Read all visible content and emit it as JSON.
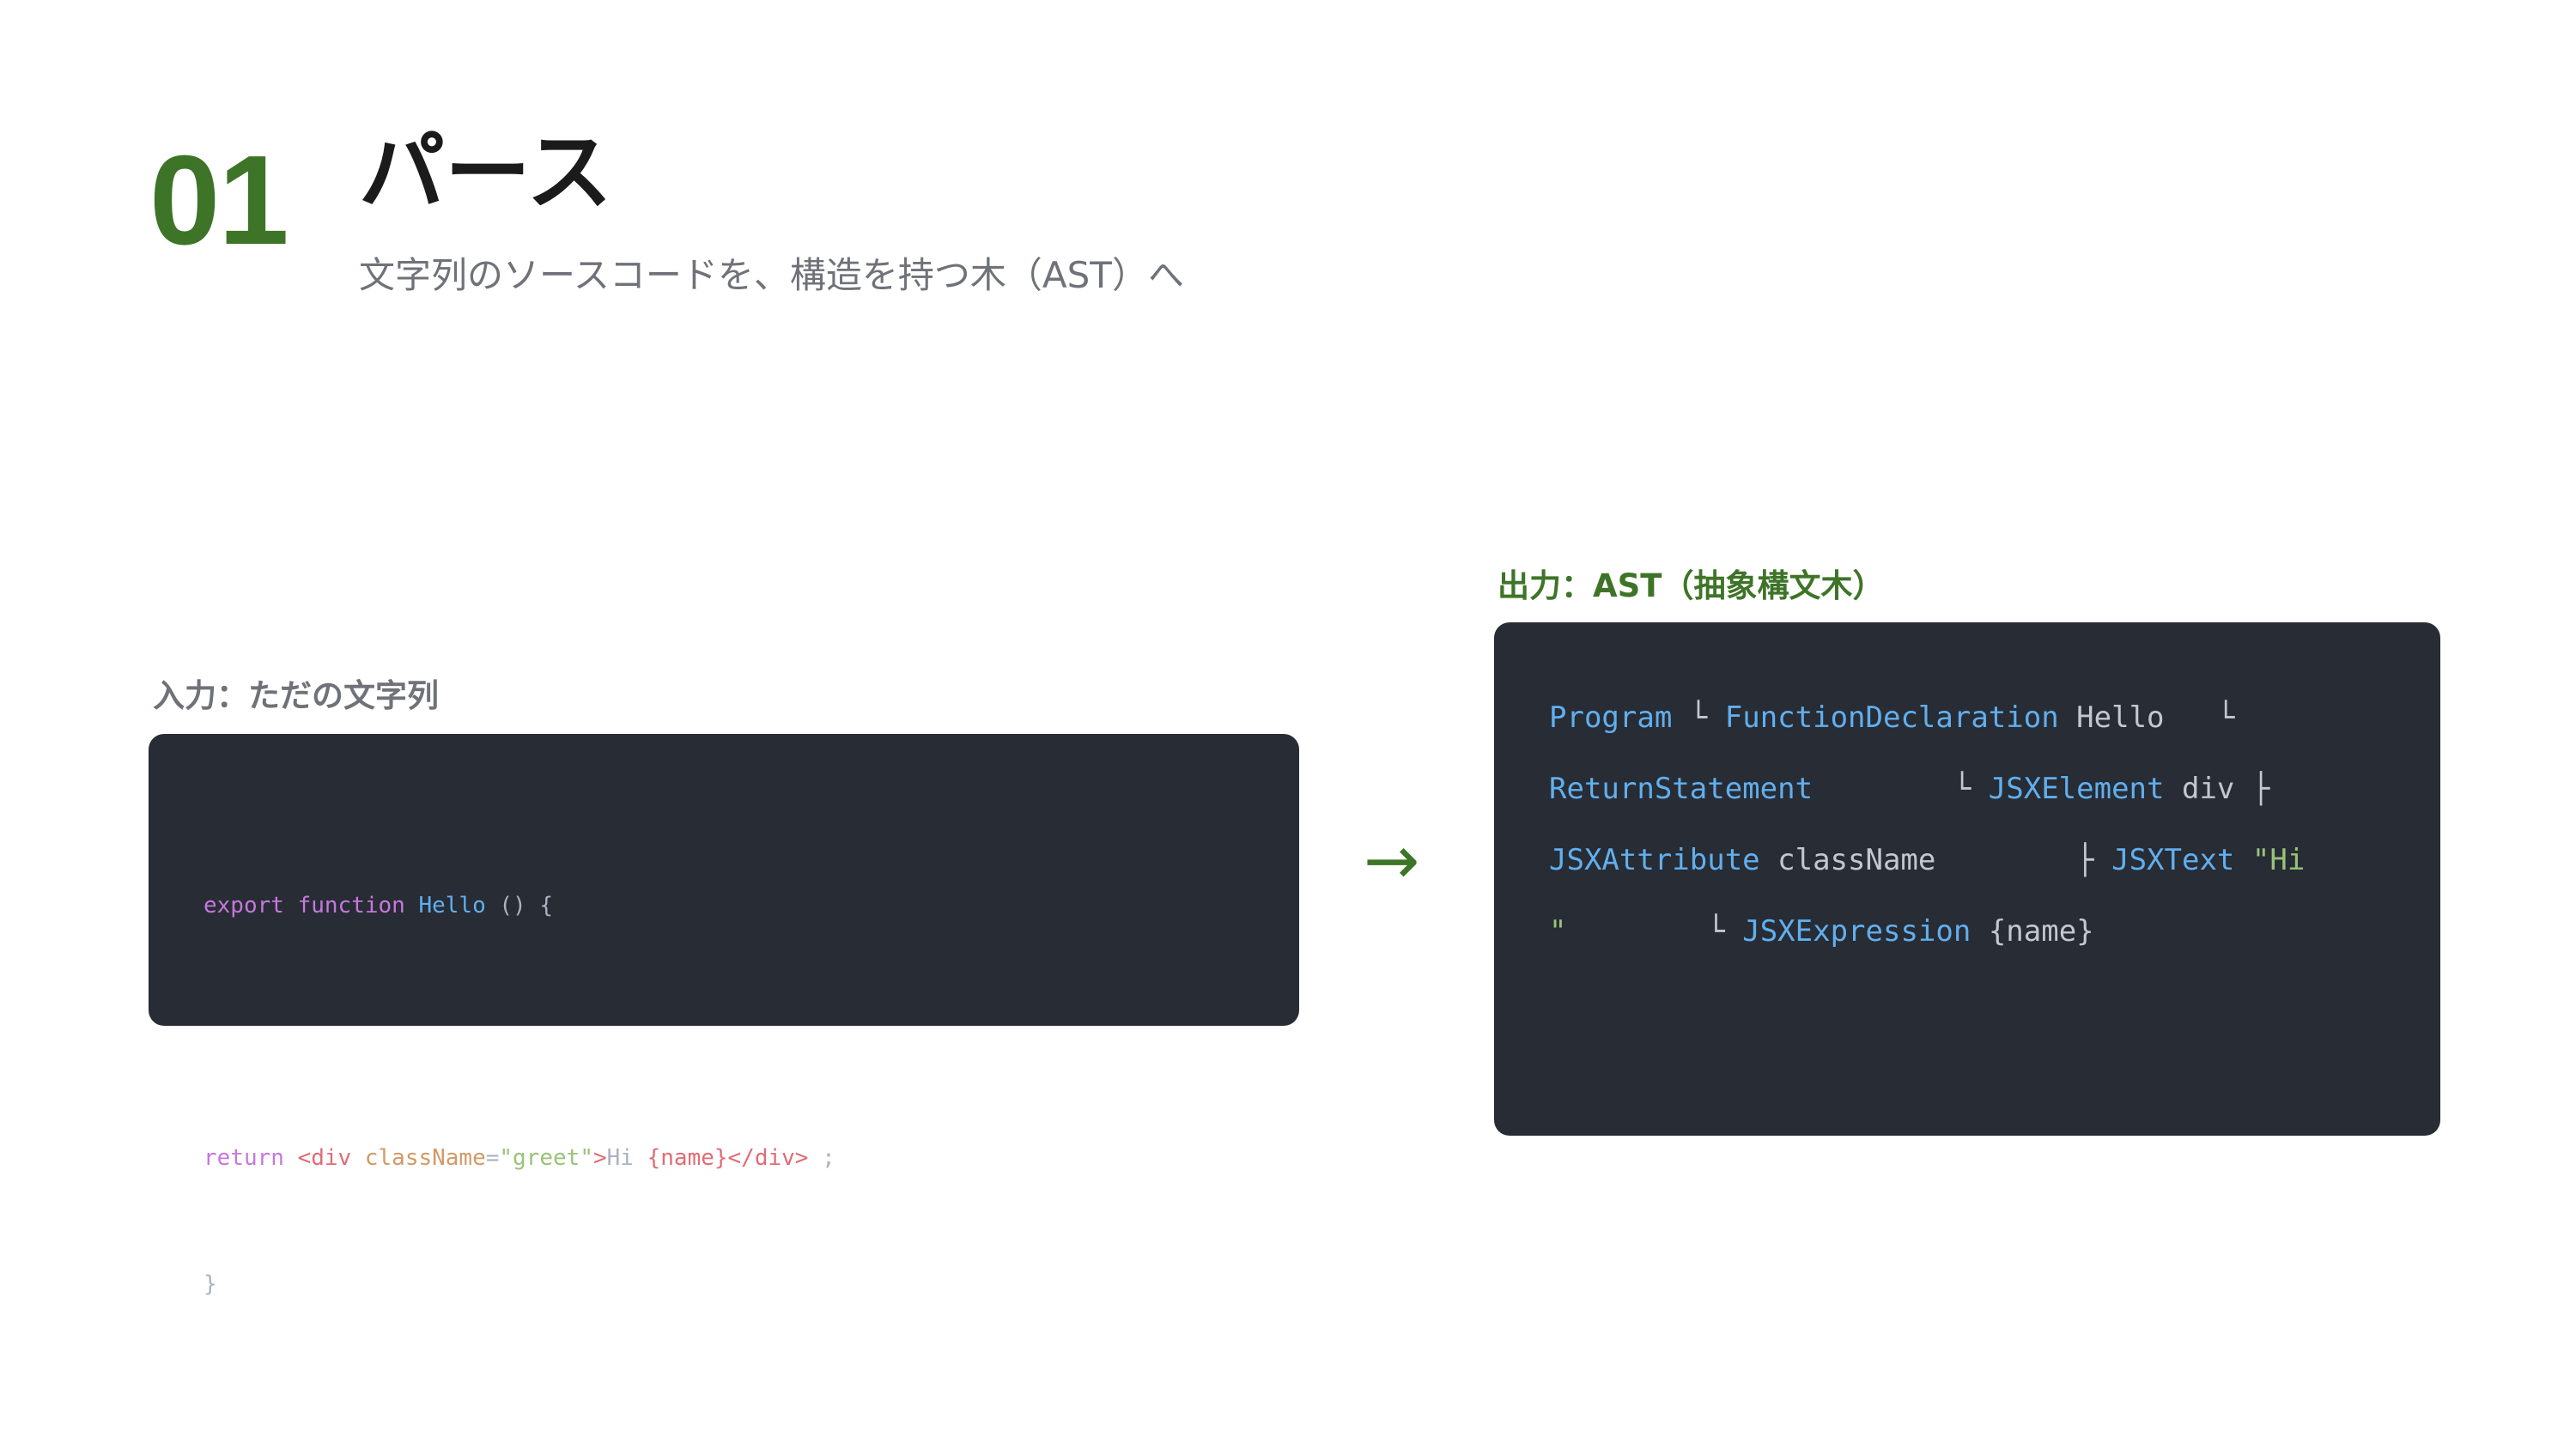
{
  "header": {
    "step_number": "01",
    "title": "パース",
    "subtitle": "文字列のソースコードを、構造を持つ木（AST）へ"
  },
  "input": {
    "label": "入力：ただの文字列",
    "code": {
      "l1_kw1": "export",
      "l1_kw2": "function",
      "l1_fn": "Hello",
      "l1_rest": "() {",
      "l2_kw": "return",
      "l2_tag_open": "<div",
      "l2_attr": "className",
      "l2_eq": "=",
      "l2_str": "\"greet\"",
      "l2_gt": ">",
      "l2_text": "Hi ",
      "l2_expr": "{name}",
      "l2_tag_close": "</div>",
      "l2_semi": " ;",
      "l3": "}"
    }
  },
  "arrow": "→",
  "output": {
    "label": "出力：AST（抽象構文木）",
    "ast": {
      "program": "Program",
      "b1": "└",
      "func_decl": "FunctionDeclaration",
      "func_name": "Hello",
      "b2": "└",
      "return_stmt": "ReturnStatement",
      "b3": "└",
      "jsx_element": "JSXElement",
      "element_name": "div",
      "b4": "├",
      "jsx_attribute": "JSXAttribute",
      "attr_name": "className",
      "b5": "├",
      "jsx_text": "JSXText",
      "text_value": "\"Hi \"",
      "b6": "└",
      "jsx_expression": "JSXExpression",
      "expr_value": "{name}"
    }
  },
  "colors": {
    "accent": "#3e7428",
    "panel_bg": "#282c34",
    "muted_text": "#6f7278"
  }
}
